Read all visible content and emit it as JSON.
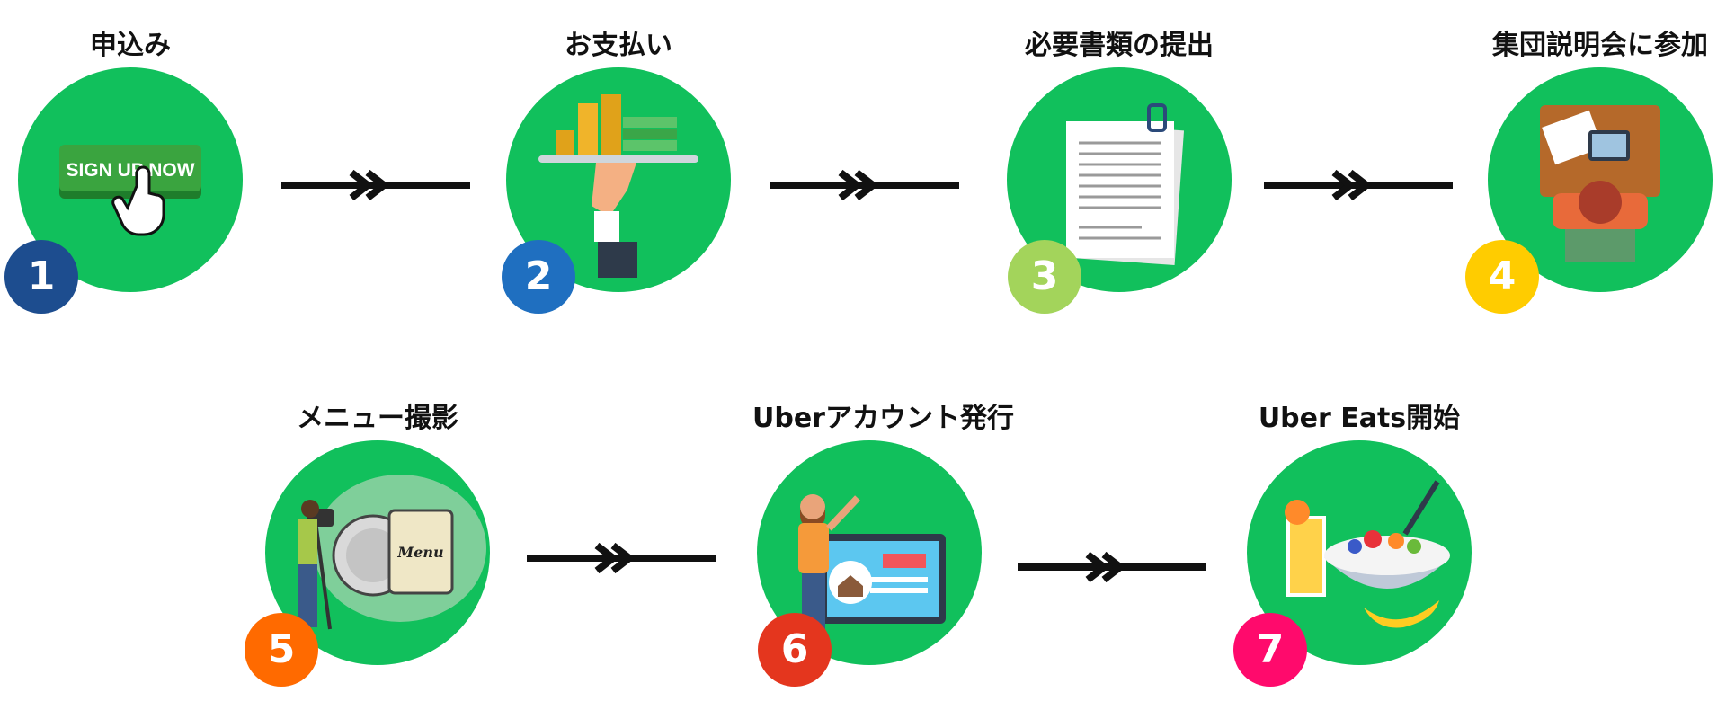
{
  "steps": [
    {
      "number": "1",
      "title": "申込み",
      "badge_color": "#1d4d8f",
      "icon": "sign-up-button-icon",
      "button_text": "SIGN UP NOW"
    },
    {
      "number": "2",
      "title": "お支払い",
      "badge_color": "#1f6fc0",
      "icon": "money-tray-icon"
    },
    {
      "number": "3",
      "title": "必要書類の提出",
      "badge_color": "#a3d45b",
      "icon": "documents-icon"
    },
    {
      "number": "4",
      "title": "集団説明会に参加",
      "badge_color": "#ffcc00",
      "icon": "person-at-desk-icon"
    },
    {
      "number": "5",
      "title": "メニュー撮影",
      "badge_color": "#ff6a00",
      "icon": "menu-photography-icon",
      "menu_text": "Menu"
    },
    {
      "number": "6",
      "title": "Uberアカウント発行",
      "badge_color": "#e4361e",
      "icon": "account-screen-icon"
    },
    {
      "number": "7",
      "title": "Uber Eats開始",
      "badge_color": "#ff0a6c",
      "icon": "food-bowl-icon"
    }
  ],
  "colors": {
    "circle": "#11c05c",
    "arrow": "#111111",
    "title": "#111111"
  }
}
